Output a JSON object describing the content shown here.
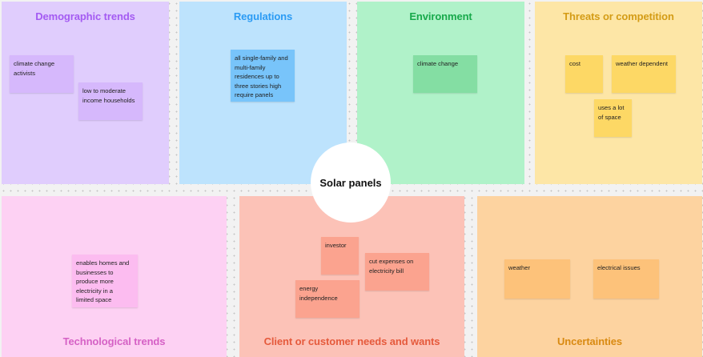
{
  "center": {
    "label": "Solar panels"
  },
  "panels": {
    "demographic": {
      "title": "Demographic trends",
      "notes": [
        "climate change\nactivists",
        "low to moderate\nincome households"
      ]
    },
    "regulations": {
      "title": "Regulations",
      "notes": [
        "all single-family and\nmulti-family\nresidences up to\nthree stories high\nrequire panels"
      ]
    },
    "environment": {
      "title": "Environment",
      "notes": [
        "climate change"
      ]
    },
    "threats": {
      "title": "Threats or competition",
      "notes": [
        "cost",
        "weather dependent",
        "uses a lot\nof space"
      ]
    },
    "technological": {
      "title": "Technological trends",
      "notes": [
        "enables homes and\nbusinesses to\nproduce more\nelectricity in a\nlimited space"
      ]
    },
    "client": {
      "title": "Client or customer needs and wants",
      "notes": [
        "investor",
        "cut expenses on\nelectricity bill",
        "energy\nindependence"
      ]
    },
    "uncertainties": {
      "title": "Uncertainties",
      "notes": [
        "weather",
        "electrical issues"
      ]
    }
  },
  "colors": {
    "demographic": "#e0cdfd",
    "regulations": "#bde3fd",
    "environment": "#b0f2c9",
    "threats": "#fde6a6",
    "technological": "#fdd1f3",
    "client": "#fcc2b7",
    "uncertainties": "#fdd3a0"
  }
}
